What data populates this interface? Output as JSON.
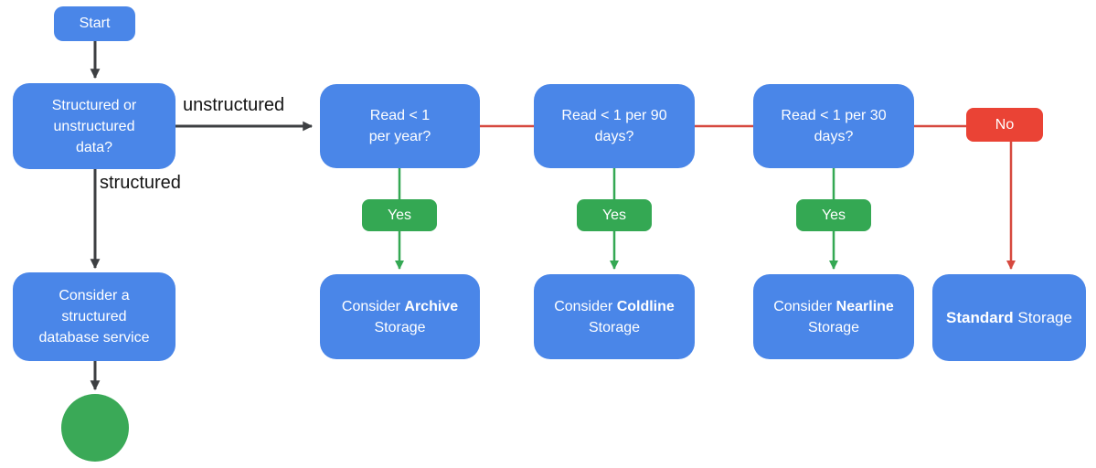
{
  "diagram_type": "flowchart",
  "topic": "Cloud storage class decision flow",
  "colors": {
    "node_blue": "#4a86e8",
    "yes_green": "#34a853",
    "end_circle_green": "#3aa957",
    "no_red": "#ea4335",
    "red_connector": "#d6493f",
    "green_connector": "#34a853",
    "dark_connector": "#3d3f42",
    "node_text": "#ffffff",
    "edge_label_text": "#141414",
    "background": "#ffffff"
  },
  "nodes": {
    "start": {
      "label": "Start"
    },
    "data_question": {
      "lines": [
        "Structured or",
        "unstructured",
        "data?"
      ]
    },
    "db_service": {
      "lines": [
        "Consider a",
        "structured",
        "database service"
      ]
    },
    "q_year": {
      "lines": [
        "Read < 1",
        "per year?"
      ]
    },
    "q_90days": {
      "lines": [
        "Read < 1 per 90",
        "days?"
      ]
    },
    "q_30days": {
      "lines": [
        "Read < 1 per 30",
        "days?"
      ]
    },
    "yes_badge": {
      "label": "Yes"
    },
    "no_badge": {
      "label": "No"
    },
    "archive": {
      "prefix": "Consider ",
      "emphasis": "Archive",
      "suffix": " Storage"
    },
    "coldline": {
      "prefix": "Consider ",
      "emphasis": "Coldline",
      "suffix": " Storage"
    },
    "nearline": {
      "prefix": "Consider ",
      "emphasis": "Nearline",
      "suffix": " Storage"
    },
    "standard": {
      "prefix": "",
      "emphasis": "Standard",
      "suffix": " Storage"
    },
    "end": {
      "label": ""
    }
  },
  "edge_labels": {
    "unstructured": "unstructured",
    "structured": "structured"
  }
}
